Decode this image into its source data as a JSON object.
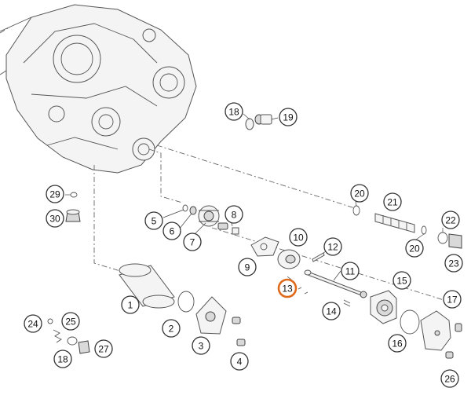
{
  "colors": {
    "callout_stroke": "#333333",
    "highlight_stroke": "#e06a1b",
    "line": "#555555"
  },
  "callouts": [
    {
      "id": "18a",
      "label": "18"
    },
    {
      "id": "19",
      "label": "19"
    },
    {
      "id": "29",
      "label": "29"
    },
    {
      "id": "30",
      "label": "30"
    },
    {
      "id": "5",
      "label": "5"
    },
    {
      "id": "6",
      "label": "6"
    },
    {
      "id": "7",
      "label": "7"
    },
    {
      "id": "8",
      "label": "8"
    },
    {
      "id": "9",
      "label": "9"
    },
    {
      "id": "10",
      "label": "10"
    },
    {
      "id": "12",
      "label": "12"
    },
    {
      "id": "11",
      "label": "11"
    },
    {
      "id": "13",
      "label": "13",
      "highlighted": true
    },
    {
      "id": "14",
      "label": "14"
    },
    {
      "id": "15",
      "label": "15"
    },
    {
      "id": "16",
      "label": "16"
    },
    {
      "id": "17",
      "label": "17"
    },
    {
      "id": "20a",
      "label": "20"
    },
    {
      "id": "21",
      "label": "21"
    },
    {
      "id": "20b",
      "label": "20"
    },
    {
      "id": "22",
      "label": "22"
    },
    {
      "id": "23",
      "label": "23"
    },
    {
      "id": "1",
      "label": "1"
    },
    {
      "id": "2",
      "label": "2"
    },
    {
      "id": "3",
      "label": "3"
    },
    {
      "id": "4",
      "label": "4"
    },
    {
      "id": "24",
      "label": "24"
    },
    {
      "id": "25",
      "label": "25"
    },
    {
      "id": "18b",
      "label": "18"
    },
    {
      "id": "27",
      "label": "27"
    },
    {
      "id": "26",
      "label": "26"
    }
  ]
}
